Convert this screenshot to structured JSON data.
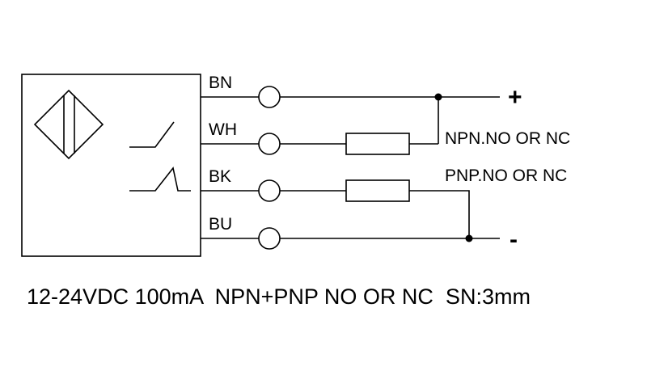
{
  "wires": {
    "bn": "BN",
    "wh": "WH",
    "bk": "BK",
    "bu": "BU"
  },
  "polarity": {
    "positive": "+",
    "negative": "-"
  },
  "outputs": {
    "npn": "NPN.NO OR NC",
    "pnp": "PNP.NO OR NC"
  },
  "spec_line": "12-24VDC 100mA  NPN+PNP NO OR NC  SN:3mm"
}
